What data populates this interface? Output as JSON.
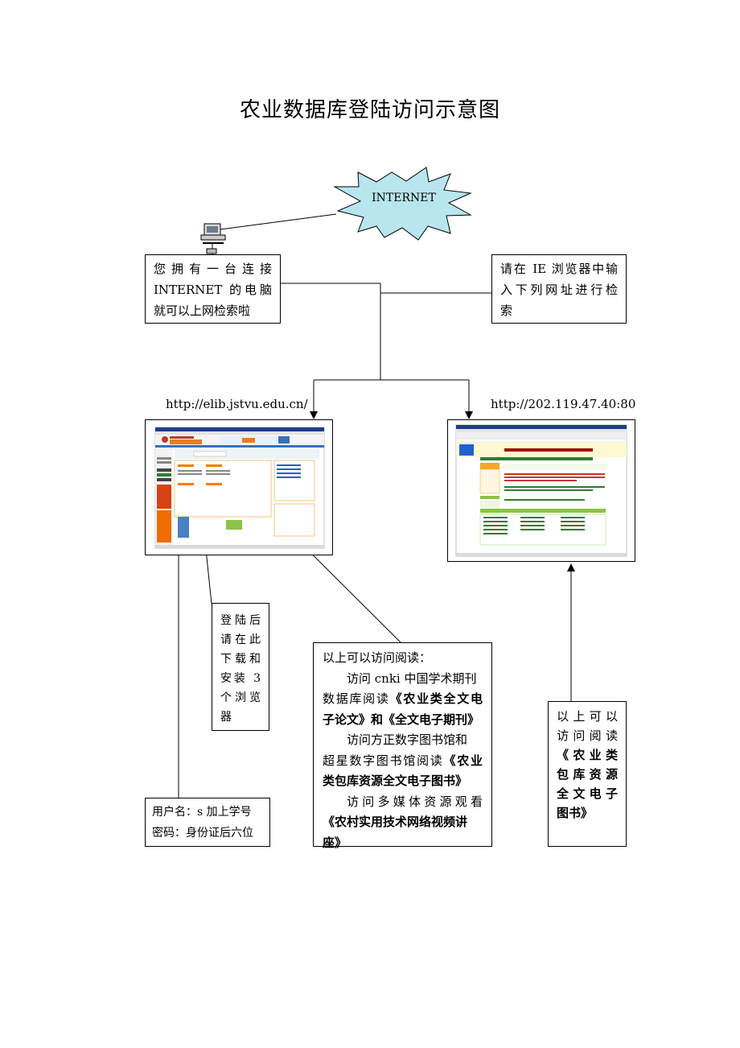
{
  "title": "农业数据库登陆访问示意图",
  "internet_label": "INTERNET",
  "intro_box": {
    "lines": [
      "您拥有一台连接",
      "INTERNET 的电脑",
      "就可以上网检索啦"
    ]
  },
  "ie_box": {
    "lines": [
      "请在 IE 浏览器中输",
      "入下列网址进行检",
      "索"
    ]
  },
  "url_left": "http://elib.jstvu.edu.cn/",
  "url_right": "http://202.119.47.40:80",
  "install_box": {
    "lines": [
      "登陆后",
      "请在此",
      "下载和",
      "安装 3",
      "个浏览",
      "器"
    ]
  },
  "access_box": {
    "heading": "以上可以访问阅读：",
    "cnki_a": "访问 cnki 中国学术期刊",
    "cnki_b_plain": "数据库阅读",
    "cnki_b_bold": "《农业类全文电",
    "cnki_c_bold1": "子论文》",
    "cnki_c_plain": "和",
    "cnki_c_bold2": "《全文电子期刊》",
    "founder_a": "访问方正数字图书馆和",
    "founder_b_plain": "超星数字图书馆阅读",
    "founder_b_bold": "《农业",
    "founder_c_bold": "类包库资源全文电子图书》",
    "media_a": "访问多媒体资源观看",
    "media_b_bold": "《农村实用技术网络视频讲",
    "media_c_bold": "座》"
  },
  "read_box": {
    "lines_plain": [
      "以上可以",
      "访问阅读"
    ],
    "lines_bold": [
      "《农业类",
      "包库资源",
      "全文电子",
      "图书》"
    ]
  },
  "cred_box": {
    "username": "用户名：s 加上学号",
    "password": "密码：身份证后六位"
  },
  "colors": {
    "starburst_fill": "#b8e6ee",
    "line": "#000000"
  }
}
